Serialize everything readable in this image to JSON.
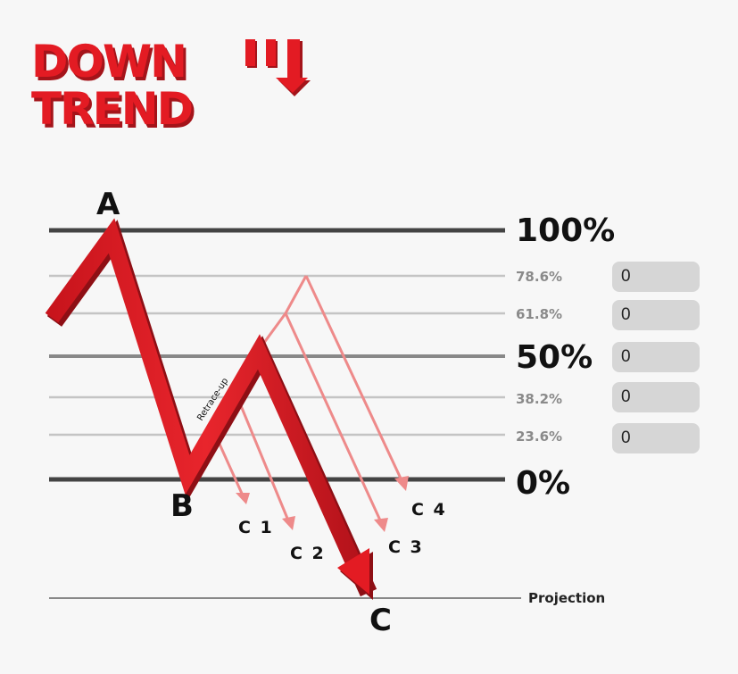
{
  "title": {
    "line1": "DOWN",
    "line2": "TREND"
  },
  "points": {
    "a": "A",
    "b": "B",
    "c": "C"
  },
  "levels": [
    {
      "label": "100%",
      "value": 100,
      "major": true
    },
    {
      "label": "78.6%",
      "value": 78.6,
      "major": false,
      "input": "0"
    },
    {
      "label": "61.8%",
      "value": 61.8,
      "major": false,
      "input": "0"
    },
    {
      "label": "50%",
      "value": 50,
      "major": true,
      "input": "0"
    },
    {
      "label": "38.2%",
      "value": 38.2,
      "major": false,
      "input": "0"
    },
    {
      "label": "23.6%",
      "value": 23.6,
      "major": false,
      "input": "0"
    },
    {
      "label": "0%",
      "value": 0,
      "major": true
    }
  ],
  "projections": [
    {
      "label": "C 1"
    },
    {
      "label": "C 2"
    },
    {
      "label": "C 3"
    },
    {
      "label": "C 4"
    }
  ],
  "retrace_label": "Retrace-up",
  "projection_label": "Projection",
  "colors": {
    "red": "#e31b23",
    "dark_red": "#a4141a",
    "light_red": "#ee8a8a",
    "major_line": "#444444",
    "minor_line": "#c4c4c4"
  }
}
